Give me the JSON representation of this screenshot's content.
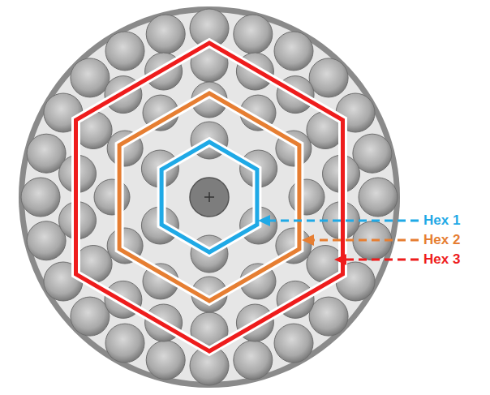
{
  "diagram": {
    "labels": [
      "Hex 1",
      "Hex 2",
      "Hex 3"
    ]
  }
}
